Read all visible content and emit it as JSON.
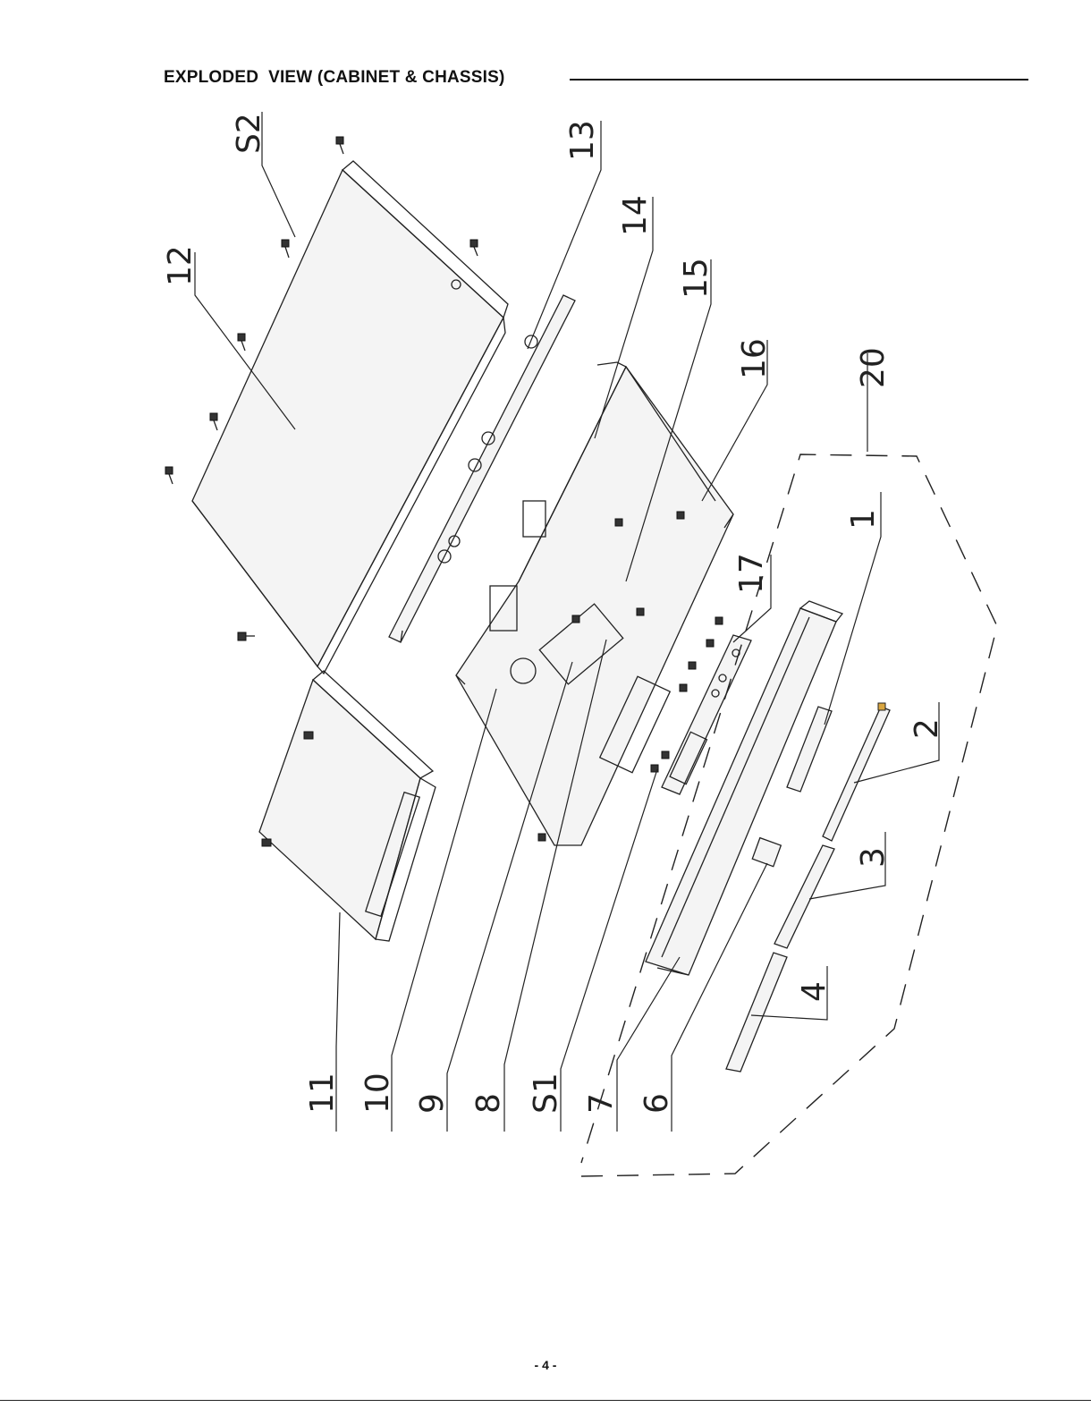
{
  "header": {
    "title": "EXPLODED  VIEW (CABINET & CHASSIS)"
  },
  "footer": {
    "page_number": "- 4 -"
  },
  "callouts": {
    "c12": "12",
    "cS2": "S2",
    "c13": "13",
    "c14": "14",
    "c15": "15",
    "c16": "16",
    "c20": "20",
    "c1": "1",
    "c17": "17",
    "c2": "2",
    "c3": "3",
    "c4": "4",
    "c11": "11",
    "c10": "10",
    "c9": "9",
    "c8": "8",
    "cS1": "S1",
    "c7": "7",
    "c6": "6"
  }
}
